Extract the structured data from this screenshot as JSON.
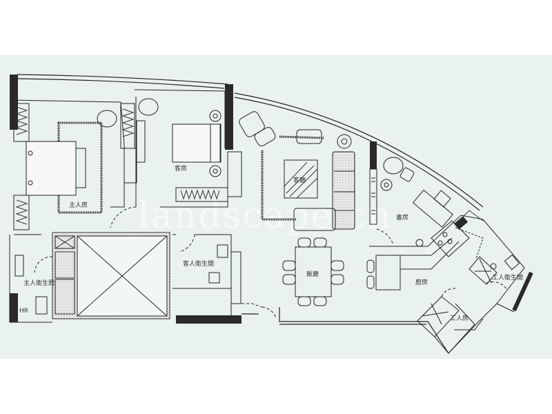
{
  "plan": {
    "background": "#e9f2f0",
    "page_background": "#ffffff",
    "line_color": "#222222",
    "wall_fill": "#2a2a2a",
    "watermark": "landscape.cn"
  },
  "rooms": {
    "master_bedroom": "主人房",
    "guest_bedroom": "客房",
    "living_room": "客廳",
    "study": "書房",
    "master_bathroom": "主人衛生間",
    "guest_bathroom": "客人衛生間",
    "dining_room": "飯廳",
    "kitchen": "廚房",
    "maid_bathroom": "工人衛生間",
    "maid_room": "工人房",
    "hr_label": "HR"
  }
}
